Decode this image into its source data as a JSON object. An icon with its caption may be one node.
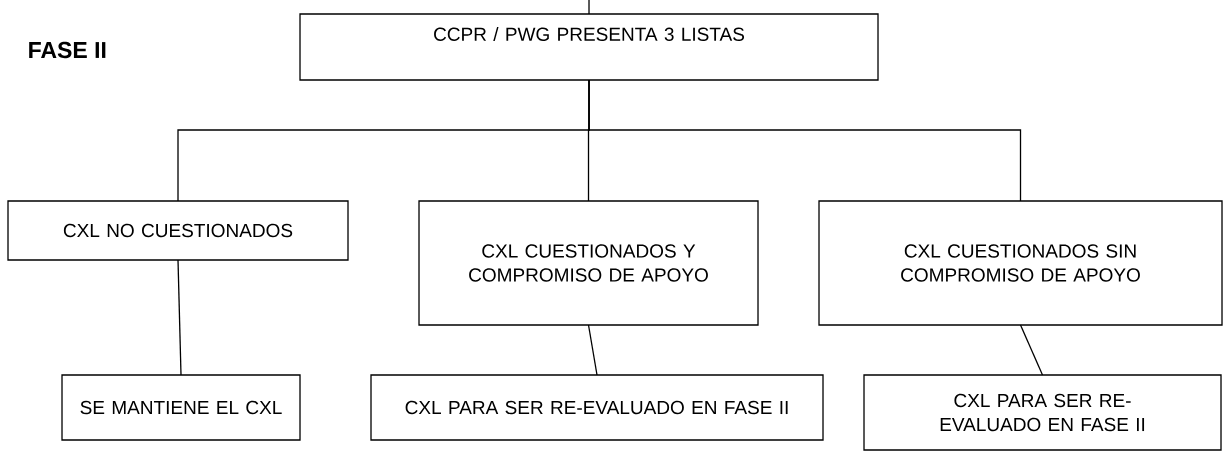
{
  "diagram": {
    "nodes": [
      {
        "text": [
          "CCPR / PWG PRESENTA 3 LISTAS"
        ]
      },
      {
        "text": [
          "CXL NO CUESTIONADOS"
        ]
      },
      {
        "text": [
          "CXL CUESTIONADOS Y COMPROMISO DE APOYO"
        ]
      },
      {
        "text": [
          "CXL CUESTIONADOS SIN COMPROMISO DE APOYO"
        ]
      },
      {
        "text": [
          "SE MANTIENE EL CXL"
        ]
      },
      {
        "text": [
          "CXL PARA SER RE-EVALUADO EN FASE II"
        ]
      },
      {
        "text": [
          "CXL PARA SER RE-EVALUADO EN FASE II"
        ]
      }
    ],
    "edges": [
      {
        "from": null,
        "to": 0,
        "arrow": "none"
      },
      {
        "from": 0,
        "to": 1,
        "arrow": "none"
      },
      {
        "from": 0,
        "to": 2,
        "arrow": "none"
      },
      {
        "from": 0,
        "to": 3,
        "arrow": "none"
      },
      {
        "from": 1,
        "to": 4,
        "arrow": "none"
      },
      {
        "from": 2,
        "to": 5,
        "arrow": "none"
      },
      {
        "from": 3,
        "to": 6,
        "arrow": "none"
      }
    ],
    "labels": [
      "FASE II"
    ]
  }
}
